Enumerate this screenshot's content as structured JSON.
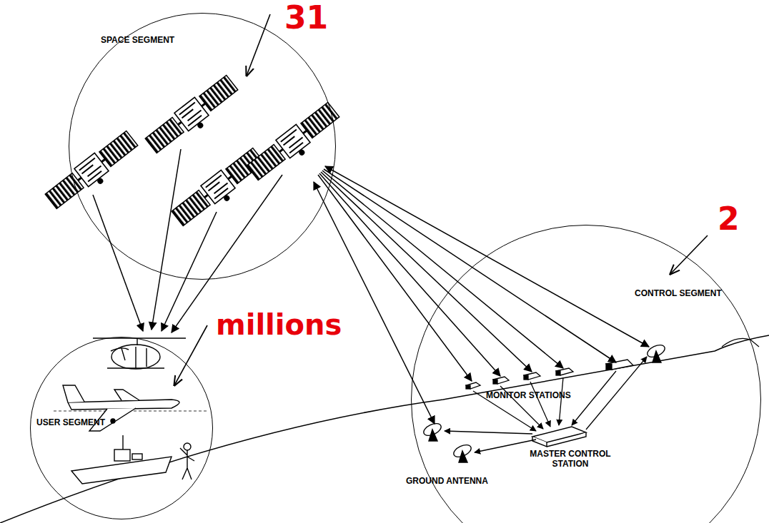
{
  "diagram": {
    "nodes": [
      {
        "text": [
          "SPACE SEGMENT"
        ]
      },
      {
        "text": [
          "USER SEGMENT"
        ]
      },
      {
        "text": [
          "CONTROL SEGMENT"
        ]
      }
    ],
    "edges": [
      {
        "from": 0,
        "to": 1,
        "arrow": "to"
      },
      {
        "from": 0,
        "to": 1,
        "arrow": "to"
      },
      {
        "from": 0,
        "to": 1,
        "arrow": "to"
      },
      {
        "from": 0,
        "to": 1,
        "arrow": "to"
      },
      {
        "from": 0,
        "to": 2,
        "arrow": "to"
      },
      {
        "from": 0,
        "to": 2,
        "arrow": "to"
      },
      {
        "from": 0,
        "to": 2,
        "arrow": "to"
      },
      {
        "from": 0,
        "to": 2,
        "arrow": "to"
      },
      {
        "from": 0,
        "to": 2,
        "arrow": "to"
      },
      {
        "from": 0,
        "to": 2,
        "arrow": "both"
      },
      {
        "from": 0,
        "to": 2,
        "arrow": "both"
      }
    ],
    "labels": [
      "31",
      "2",
      "millions",
      "MONITOR STATIONS",
      "MASTER CONTROL STATION",
      "GROUND ANTENNA"
    ]
  }
}
